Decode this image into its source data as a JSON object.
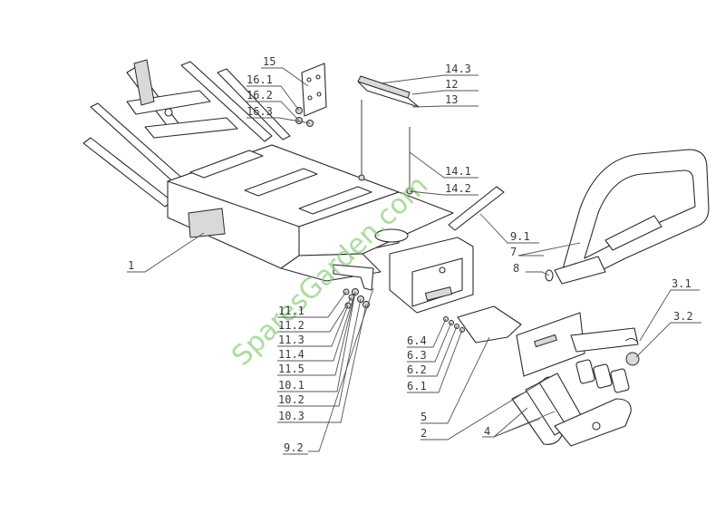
{
  "watermark": "SparesGarden.com",
  "callouts": {
    "l1": "1",
    "l2": "2",
    "l3_1": "3.1",
    "l3_2": "3.2",
    "l4": "4",
    "l5": "5",
    "l6_1": "6.1",
    "l6_2": "6.2",
    "l6_3": "6.3",
    "l6_4": "6.4",
    "l7": "7",
    "l8": "8",
    "l9_1": "9.1",
    "l9_2": "9.2",
    "l10_1": "10.1",
    "l10_2": "10.2",
    "l10_3": "10.3",
    "l11_1": "11.1",
    "l11_2": "11.2",
    "l11_3": "11.3",
    "l11_4": "11.4",
    "l11_5": "11.5",
    "l12": "12",
    "l13": "13",
    "l14_1": "14.1",
    "l14_2": "14.2",
    "l14_3": "14.3",
    "l15": "15",
    "l16_1": "16.1",
    "l16_2": "16.2",
    "l16_3": "16.3"
  }
}
